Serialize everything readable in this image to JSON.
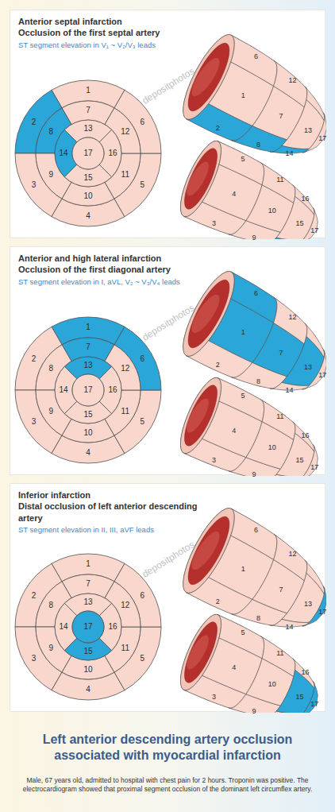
{
  "diagram": {
    "title": "Left anterior descending artery occlusion associated with myocardial infarction",
    "caption": "Male, 67 years old, admitted to hospital with chest pain for 2 hours. Troponin was positive. The electrocardiogram showed that proximal segment occlusion of the dominant left circumflex artery.",
    "nodes": [
      {
        "text": [
          "Anterior septal infarction",
          "Occlusion of the first septal artery",
          "ST segment elevation in V₁ ~ V₂/V₃ leads"
        ]
      },
      {
        "text": [
          "Anterior and high lateral infarction",
          "Occlusion of the first diagonal artery",
          "ST segment elevation in I, aVL, V₂ ~ V₃/V₄ leads"
        ]
      },
      {
        "text": [
          "Inferior infarction",
          "Distal occlusion of left anterior descending artery",
          "ST segment elevation in II, III, aVF leads"
        ]
      }
    ],
    "labels": [
      "1",
      "2",
      "3",
      "4",
      "5",
      "6",
      "7",
      "8",
      "9",
      "10",
      "11",
      "12",
      "13",
      "14",
      "15",
      "16",
      "17",
      "2",
      "1",
      "6",
      "8",
      "7",
      "12",
      "14",
      "13",
      "17",
      "3",
      "4",
      "5",
      "9",
      "10",
      "11",
      "15",
      "16",
      "17",
      "1",
      "2",
      "3",
      "4",
      "5",
      "6",
      "7",
      "8",
      "9",
      "10",
      "11",
      "12",
      "13",
      "14",
      "15",
      "16",
      "17",
      "2",
      "1",
      "6",
      "8",
      "7",
      "12",
      "14",
      "13",
      "17",
      "3",
      "4",
      "5",
      "9",
      "10",
      "11",
      "15",
      "16",
      "17",
      "1",
      "2",
      "3",
      "4",
      "5",
      "6",
      "7",
      "8",
      "9",
      "10",
      "11",
      "12",
      "13",
      "14",
      "15",
      "16",
      "17",
      "2",
      "1",
      "6",
      "8",
      "7",
      "12",
      "14",
      "13",
      "17",
      "3",
      "4",
      "5",
      "9",
      "10",
      "11",
      "15",
      "16",
      "17",
      "depositphotos",
      "depositphotos",
      "depositphotos"
    ]
  }
}
